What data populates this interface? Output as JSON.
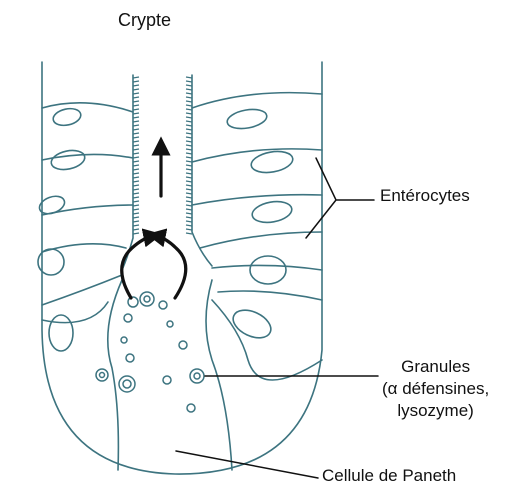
{
  "title": "Crypte",
  "labels": {
    "enterocytes": "Entérocytes",
    "granules_line1": "Granules",
    "granules_line2": "(α défensines,",
    "granules_line3": "lysozyme)",
    "paneth": "Cellule de Paneth"
  },
  "colors": {
    "outline": "#3d7480",
    "text": "#111111",
    "arrow": "#111111"
  }
}
